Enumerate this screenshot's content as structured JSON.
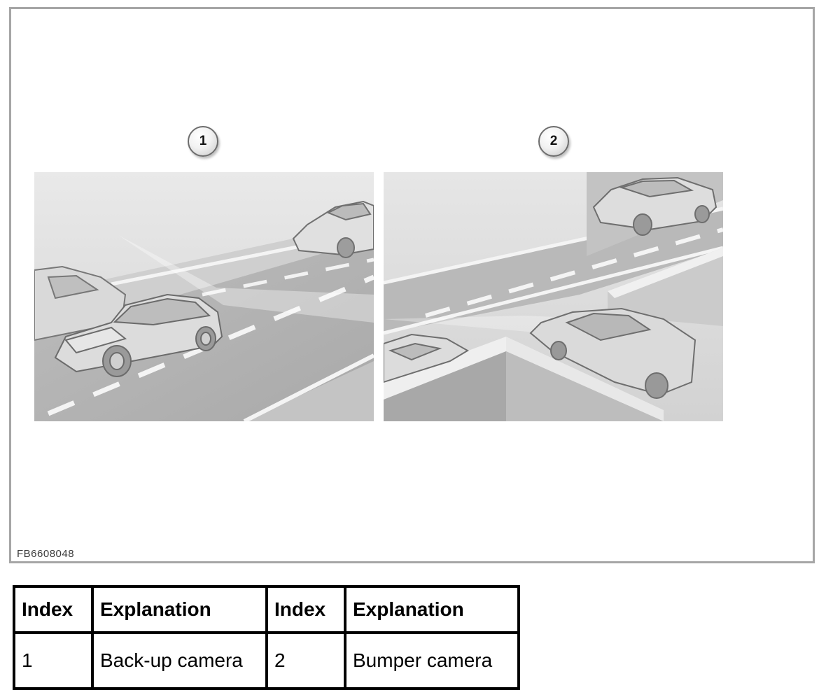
{
  "figure": {
    "callouts": [
      "1",
      "2"
    ],
    "code": "FB6608048"
  },
  "legend": {
    "headers": [
      "Index",
      "Explanation",
      "Index",
      "Explanation"
    ],
    "rows": [
      [
        "1",
        "Back-up camera",
        "2",
        "Bumper camera"
      ]
    ]
  }
}
